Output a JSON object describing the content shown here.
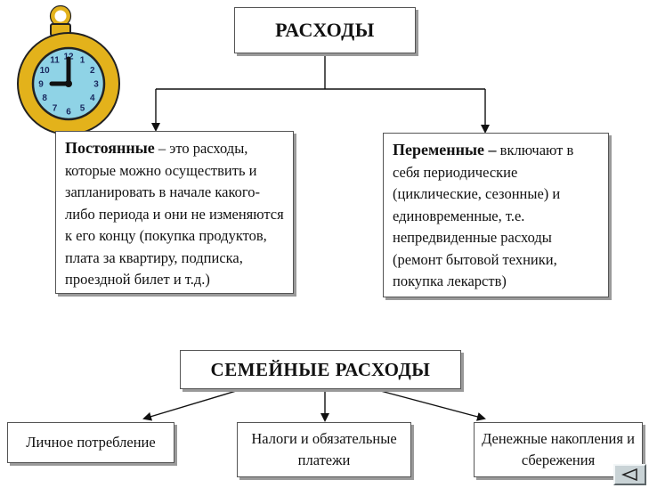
{
  "diagram": {
    "top_title": "РАСХОДЫ",
    "fixed": {
      "term": "Постоянные",
      "definition": " – это расходы, которые можно осуществить и запланировать в начале какого-либо периода и они не изменяются к его концу (покупка продуктов, плата за квартиру, подписка, проездной билет и т.д.)"
    },
    "variable": {
      "term": "Переменные –",
      "definition": " включают в себя периодические (циклические, сезонные) и единовременные, т.е. непредвиденные расходы (ремонт бытовой техники, покупка лекарств)"
    },
    "family_title": "СЕМЕЙНЫЕ РАСХОДЫ",
    "family_items": [
      "Личное потребление",
      "Налоги и обязательные платежи",
      "Денежные накопления и сбережения"
    ]
  },
  "clock": {
    "icon": "stopwatch-icon",
    "dial_numbers": [
      "12",
      "1",
      "2",
      "3",
      "4",
      "5",
      "6",
      "7",
      "8",
      "9",
      "10",
      "11"
    ]
  },
  "navigation": {
    "back_icon": "triangle-left-icon"
  },
  "colors": {
    "stopwatch_gold": "#e3b21b",
    "stopwatch_dial": "#8fd3e6",
    "box_shadow": "#9a9a9a",
    "nav_button": "#c9d3d6"
  }
}
